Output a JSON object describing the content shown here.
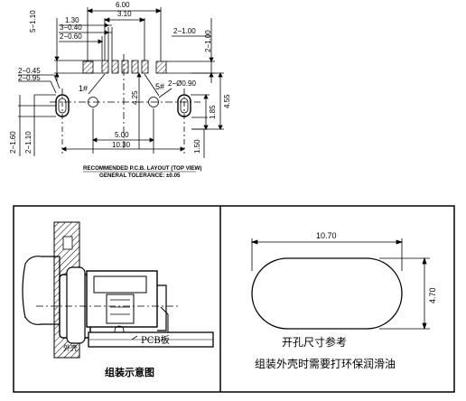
{
  "top": {
    "dims": {
      "w600": "6.00",
      "w310": "3.10",
      "w130": "1.30",
      "w340": "3−0.40",
      "w260": "2−0.60",
      "h510": "5−1.10",
      "h100r": "2−1.00",
      "d045": "2−0.45",
      "d095": "2−0.95",
      "pin1": "1#",
      "pin5": "5#",
      "hole": "2−Ø0.90",
      "v425": "4.25",
      "v455": "4.55",
      "v185": "1.85",
      "v160": "2−1.60",
      "v110": "2−1.10",
      "h500": "5.00",
      "h1030": "10.30",
      "v150": "1.50"
    },
    "caption": {
      "line1": "RECOMMENDED P.C.B. LAYOUT (TOP VIEW)",
      "line2": "GENERAL TOLERANCE: ±0.05"
    }
  },
  "bottom_left": {
    "pcb_label": "PCB板",
    "shell_label": "外壳",
    "caption": "组装示意图"
  },
  "bottom_right": {
    "width_dim": "10.70",
    "height_dim": "4.70",
    "line1": "开孔尺寸参考",
    "line2": "组装外壳时需要打环保润滑油"
  }
}
